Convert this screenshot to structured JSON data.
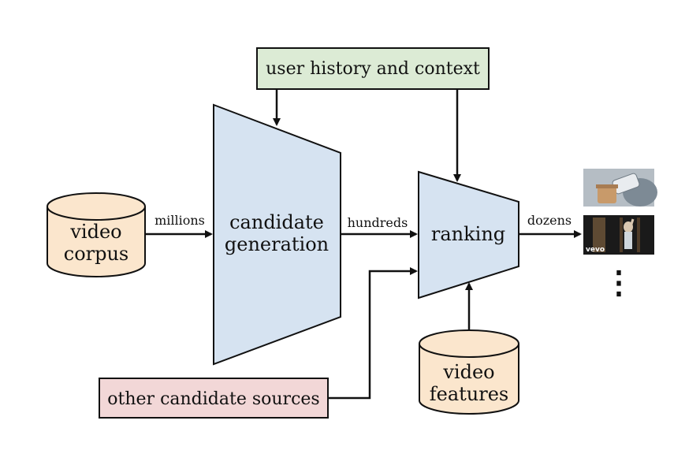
{
  "nodes": {
    "user_history": "user history and context",
    "video_corpus": [
      "video",
      "corpus"
    ],
    "candidate_generation": [
      "candidate",
      "generation"
    ],
    "ranking": "ranking",
    "other_sources": "other candidate sources",
    "video_features": [
      "video",
      "features"
    ]
  },
  "edges": {
    "millions": "millions",
    "hundreds": "hundreds",
    "dozens": "dozens"
  },
  "thumbnails": {
    "vevo_logo": "vevo",
    "more": "⋮"
  },
  "colors": {
    "funnel_fill": "#d6e3f1",
    "cylinder_fill": "#fbe6cd",
    "green_box": "#dcebd5",
    "red_box": "#f2d7d7",
    "stroke": "#111111"
  }
}
